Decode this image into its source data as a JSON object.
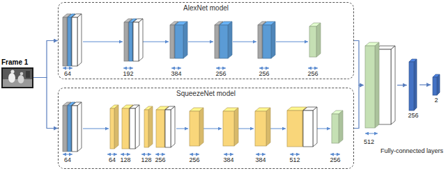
{
  "diagram": {
    "nodes": [
      {
        "text": [
          "Frame 1"
        ]
      },
      {
        "text": [
          "AlexNet model"
        ]
      },
      {
        "text": [
          "SqueezeNet model"
        ]
      },
      {
        "text": [
          "512"
        ]
      },
      {
        "text": [
          "256"
        ]
      },
      {
        "text": [
          "2"
        ]
      }
    ],
    "edges": [
      {
        "from": 0,
        "to": 1,
        "arrow": "to"
      },
      {
        "from": 0,
        "to": 2,
        "arrow": "to"
      },
      {
        "from": 1,
        "to": 3,
        "arrow": "to"
      },
      {
        "from": 2,
        "to": 3,
        "arrow": "to"
      },
      {
        "from": 3,
        "to": 4,
        "arrow": "to"
      },
      {
        "from": 4,
        "to": 5,
        "arrow": "to"
      }
    ],
    "labels": [
      "64",
      "192",
      "384",
      "256",
      "256",
      "256",
      "64",
      "64",
      "128",
      "128",
      "256",
      "256",
      "384",
      "384",
      "512",
      "256",
      "Fully-connected layers"
    ]
  }
}
